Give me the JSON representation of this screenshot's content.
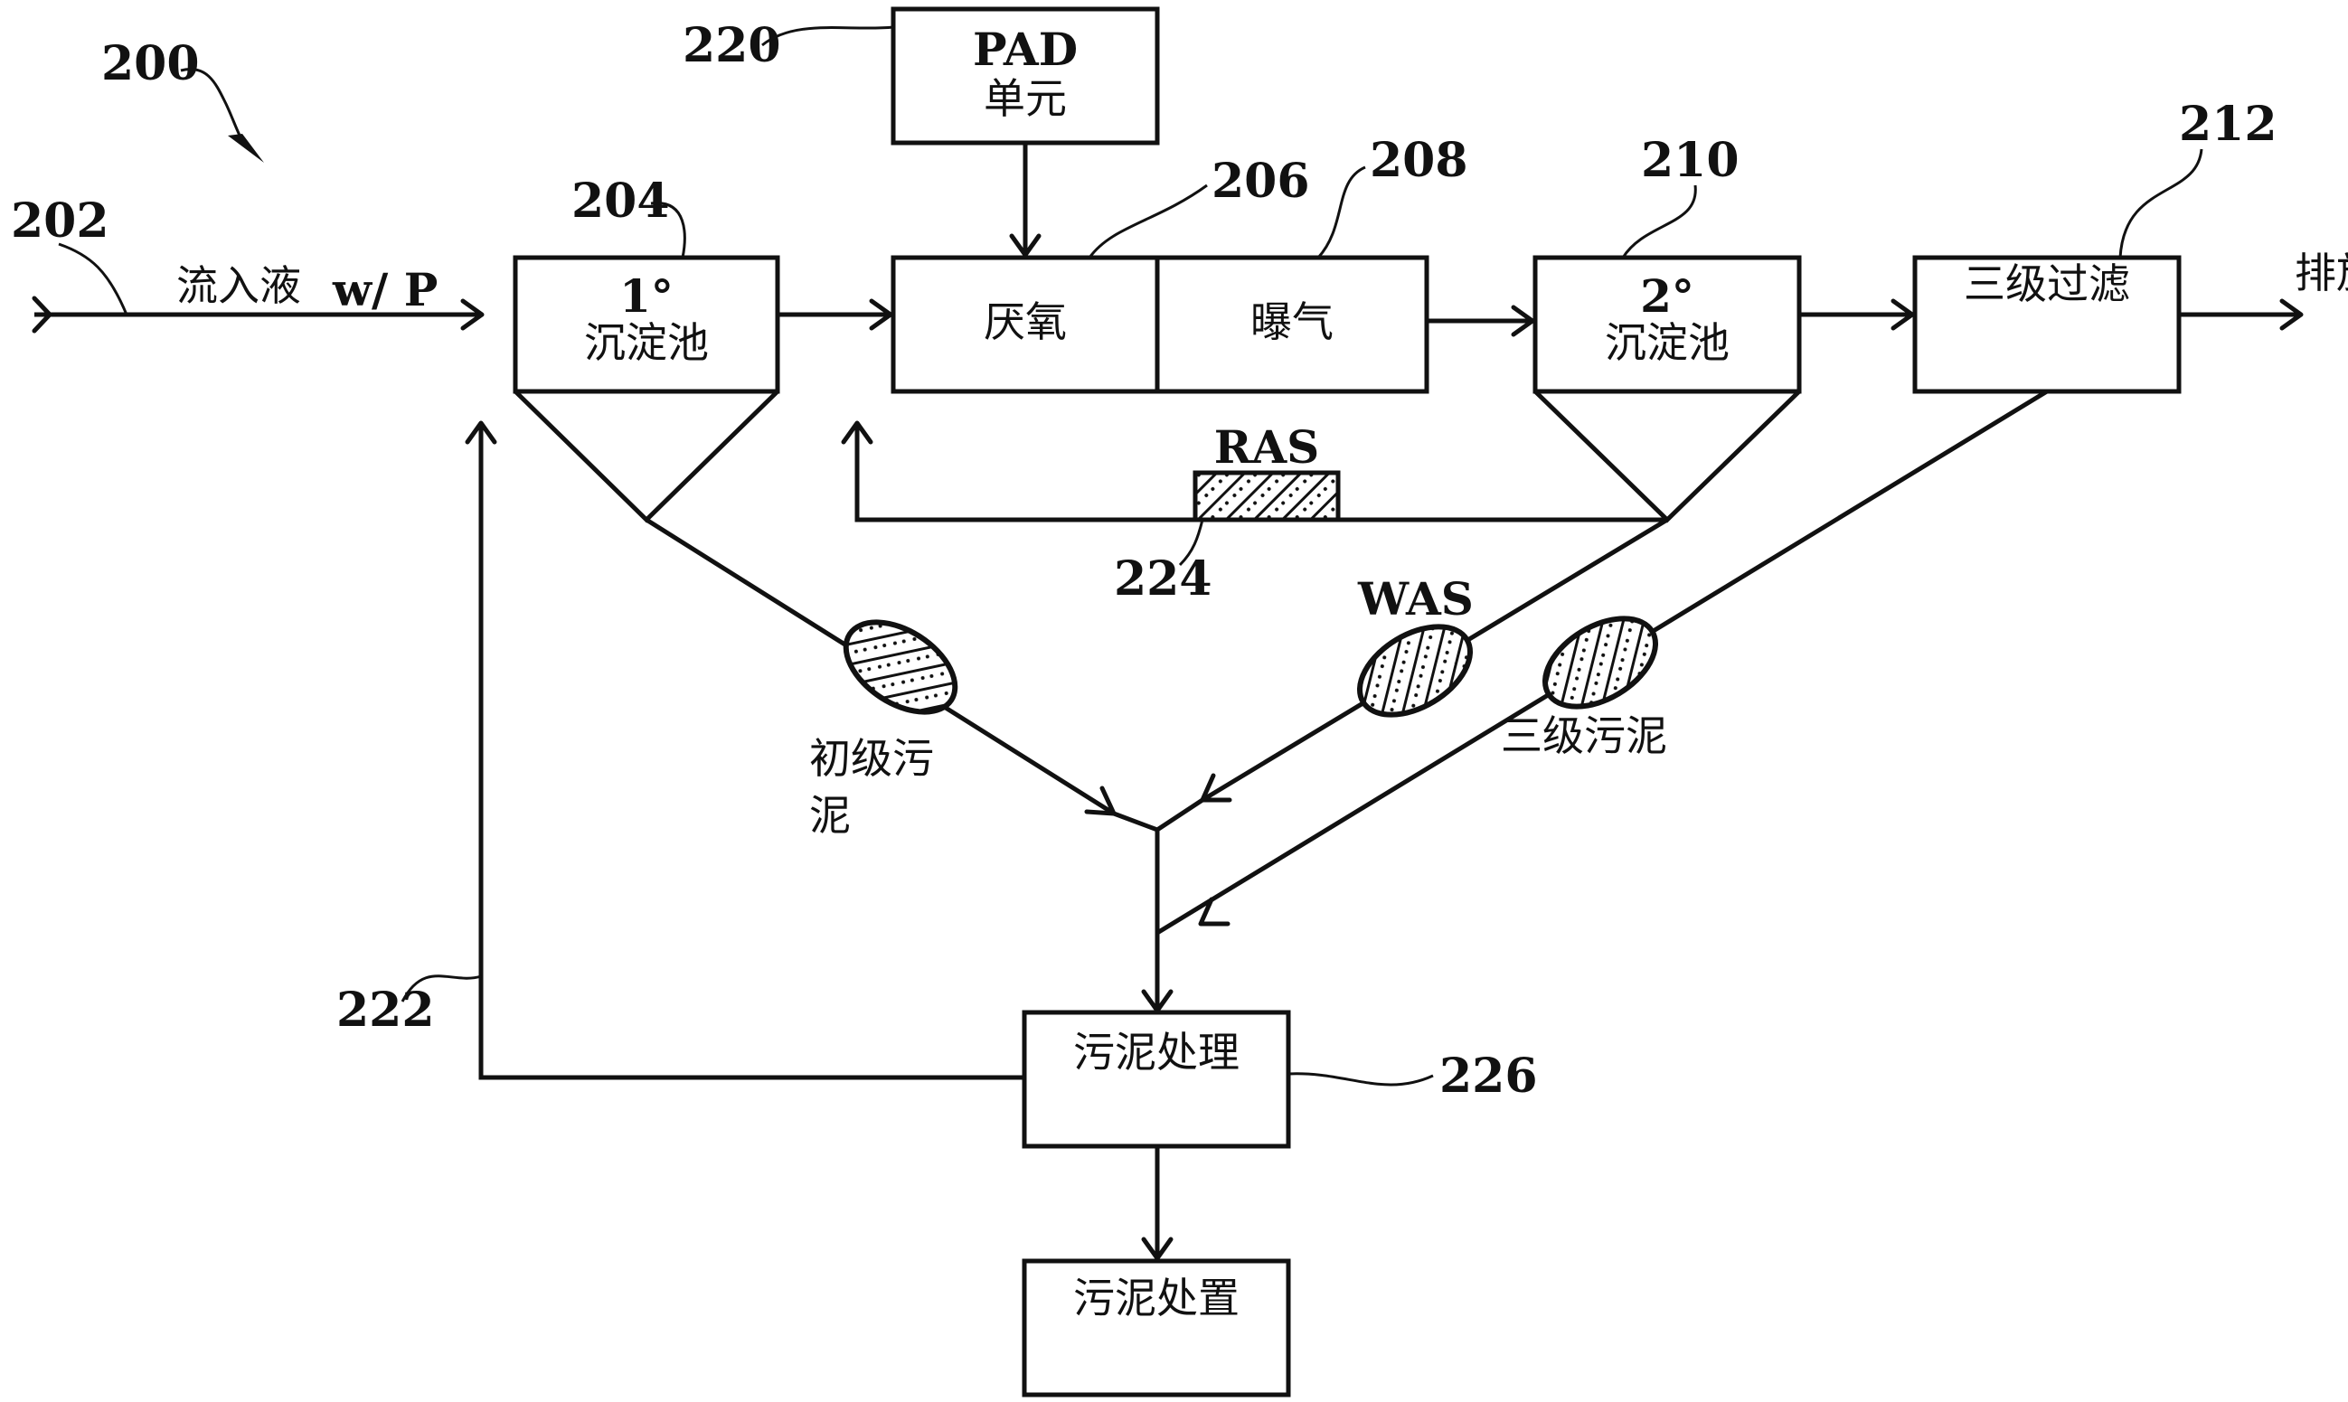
{
  "diagram": {
    "ref_200": "200",
    "influent": {
      "ref": "202",
      "label": "流入液",
      "suffix": "w/ P"
    },
    "pad_unit": {
      "ref": "220",
      "title": "PAD",
      "subtitle": "单元"
    },
    "primary_clarifier": {
      "ref": "204",
      "title": "1°",
      "subtitle": "沉淀池"
    },
    "anaerobic": {
      "ref": "206",
      "label": "厌氧"
    },
    "aeration": {
      "ref": "208",
      "label": "曝气"
    },
    "secondary_clarifier": {
      "ref": "210",
      "title": "2°",
      "subtitle": "沉淀池"
    },
    "tertiary_filter": {
      "ref": "212",
      "label": "三级过滤"
    },
    "effluent_label": "排放",
    "ras": {
      "label": "RAS",
      "ref": "224"
    },
    "was_label": "WAS",
    "primary_sludge": {
      "line1": "初级污",
      "line2": "泥"
    },
    "tertiary_sludge": "三级污泥",
    "recycle_ref": "222",
    "sludge_treatment": {
      "ref": "226",
      "label": "污泥处理"
    },
    "sludge_disposal": {
      "label": "污泥处置"
    }
  }
}
